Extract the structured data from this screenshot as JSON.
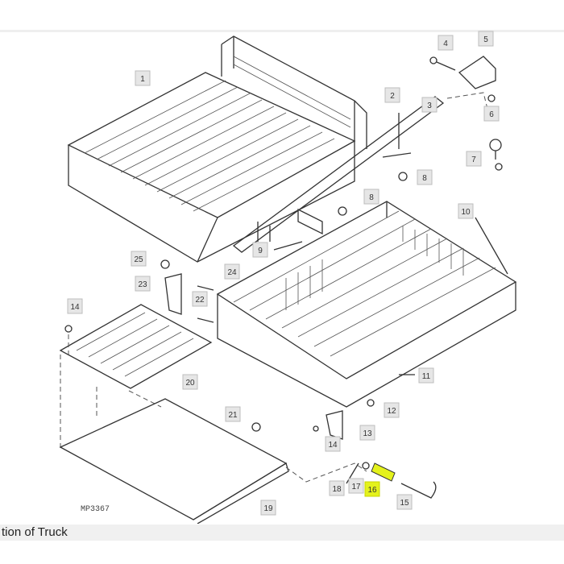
{
  "diagram": {
    "drawing_code": "MP3367",
    "highlighted_callout": "16",
    "highlight_color": "#e4f21c",
    "callouts": [
      "1",
      "2",
      "3",
      "4",
      "5",
      "6",
      "7",
      "8",
      "8",
      "9",
      "10",
      "11",
      "12",
      "13",
      "14",
      "14",
      "15",
      "16",
      "17",
      "18",
      "19",
      "20",
      "21",
      "22",
      "23",
      "24",
      "25"
    ]
  },
  "footer": {
    "caption_partial": "tion of Truck"
  }
}
